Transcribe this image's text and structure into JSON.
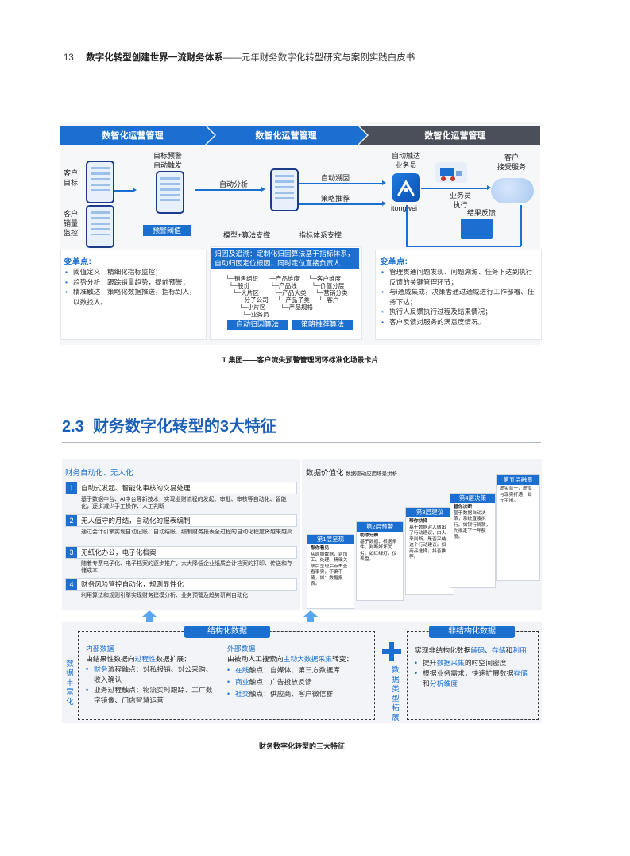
{
  "header": {
    "page_num": "13",
    "title": "数字化转型创建世界一流财务体系",
    "subtitle": "——元年财务数字化转型研究与案例实践白皮书"
  },
  "fig1": {
    "stages": [
      "数智化运营管理",
      "数智化运营管理",
      "数智化运营管理"
    ],
    "s1": {
      "target_label": "目标预警\n自动触发",
      "customer_target": "客户\n目标",
      "customer_sales": "客户\n销量\n监控",
      "warn_threshold": "预警阈值",
      "title": "变革点:",
      "bullets": [
        "阈值定义：精细化指标监控；",
        "趋势分析：跟踪销量趋势，提前预警；",
        "精准触达：策略化数据推送，指标到人，以数找人。"
      ]
    },
    "s2": {
      "auto_analysis": "自动分析",
      "auto_trace": "自动溯因",
      "strategy": "策略推荐",
      "model": "模型+算法支撑",
      "index": "指标体系支撑",
      "callout": "归因及追溯：定制化归因算法基于指标体系，自动归因定位根因，同时定位直接负责人",
      "tree_left": [
        "└─销售组织",
        "  └─股份",
        "    └─大片区",
        "      └─分子公司",
        "        └─小片区",
        "          └─业务员"
      ],
      "tree_mid": [
        "└─产品维度",
        "  └─产品线",
        "    └─产品大类",
        "      └─产品子类",
        "        └─产品规格"
      ],
      "tree_right": [
        "└─客户维度",
        "  └─价值分层",
        "    └─营销分类",
        "      └─客户"
      ],
      "btn_attr": "自动归因算法",
      "btn_strategy": "策略推荐算法"
    },
    "s3": {
      "auto_reach": "自动触达\n业务员",
      "customer": "客户\n接受服务",
      "app": "itongwei",
      "agent": "业务员\n执行",
      "feedback": "结果反馈",
      "title": "变革点:",
      "bullets": [
        "管理贯通问题发现、问题溯源、任务下达到执行反馈的关键管理环节；",
        "与i通威集成，决策者通过通威进行工作部署、任务下达；",
        "执行人反馈执行过程及结果情况；",
        "客户反馈对服务的满意度情况。"
      ]
    },
    "caption": "T 集团——客户流失预警管理闭环标准化场景卡片"
  },
  "section": {
    "num": "2.3",
    "title": "财务数字化转型的3大特征"
  },
  "fig2": {
    "left_title": "财务自动化、无人化",
    "items": [
      {
        "n": "1",
        "title": "自助式发起、智能化审核的交易处理",
        "desc": "基于数据中台、AI中台等新技术，实现业财流程的发起、审批、审核等自动化、智能化，逐步减少手工操作、人工判断"
      },
      {
        "n": "2",
        "title": "无人值守的月结，自动化的报表编制",
        "desc": "通过会计引擎实现自动记账、自动结账、编制财务报表全过程的自动化程度将越来越高"
      },
      {
        "n": "3",
        "title": "无纸化办公，电子化档案",
        "desc": "随着专票电子化、电子档案的逐步推广，大大降低企业纸质会计档案的打印、传送和存储成本"
      },
      {
        "n": "4",
        "title": "财务风险管控自动化，规则显性化",
        "desc": "利用算法和规则引擎实现财务建模分析、业务预警及趋势研判自动化"
      }
    ],
    "right_title": "数据价值化",
    "right_sub": "数据驱动应用场景拼析",
    "layers": [
      {
        "head": "第1层呈现",
        "name": "那你看见",
        "body": "从原始数据，到加工、处理、精细关联后呈现后点击查看事实，不偏不倚，如：数据报表。"
      },
      {
        "head": "第2层预警",
        "name": "助你分辨",
        "body": "基于数据、根据条件，判断好坏优劣。如红绿灯，仪表盘。"
      },
      {
        "head": "第3层建议",
        "name": "帮你抉择",
        "body": "基于数据对人做出了行动建议，由人来判断，是否采纳这个行动建议。如商品选择，抖音推荐。"
      },
      {
        "head": "第4层决策",
        "name": "替你决断",
        "body": "基于数据自动决策，系统直接执行。如银行贷款，先批定下一年额度。"
      },
      {
        "head": "第五层融贯",
        "name": "",
        "body": "虚实合一，虚拟与现实打通，如元宇宙。"
      }
    ],
    "struct_label": "结构化数据",
    "unstruct_label": "非结构化数据",
    "enrich_vertical": "数据丰富化",
    "type_vertical": "数据类型拓展",
    "internal": {
      "title": "内部数据",
      "lead1": "由结果性数据向",
      "lead_hl": "过程性",
      "lead2": "数据扩展：",
      "b1_hl": "财务",
      "b1": "流程触点：对私报销、对公采购、收入确认",
      "b2": "业务过程触点：物流实时跟踪、工厂数字镜像、门店智慧运营"
    },
    "external": {
      "title": "外部数据",
      "lead1": "由被动人工搜索向",
      "lead_hl": "主动大数据采集",
      "lead2": "转变：",
      "b1_hl": "在线",
      "b1": "触点：自媒体、第三方数据库",
      "b2_hl": "商业",
      "b2": "触点：广告投放反馈",
      "b3_hl": "社交",
      "b3": "触点：供应商、客户微信群"
    },
    "unstruct": {
      "l1a": "实现非结构化数据",
      "l1hl1": "解码",
      "l1b": "、",
      "l1hl2": "存储",
      "l1c": "和",
      "l1hl3": "利用",
      "b1a": "提升",
      "b1hl": "数据采集",
      "b1b": "的时空间密度",
      "b2a": "根据业务需求，快速扩展数据",
      "b2hl": "存储",
      "b2b": "和",
      "b2hl2": "分析维度"
    },
    "caption": "财务数字化转型的三大特征"
  }
}
